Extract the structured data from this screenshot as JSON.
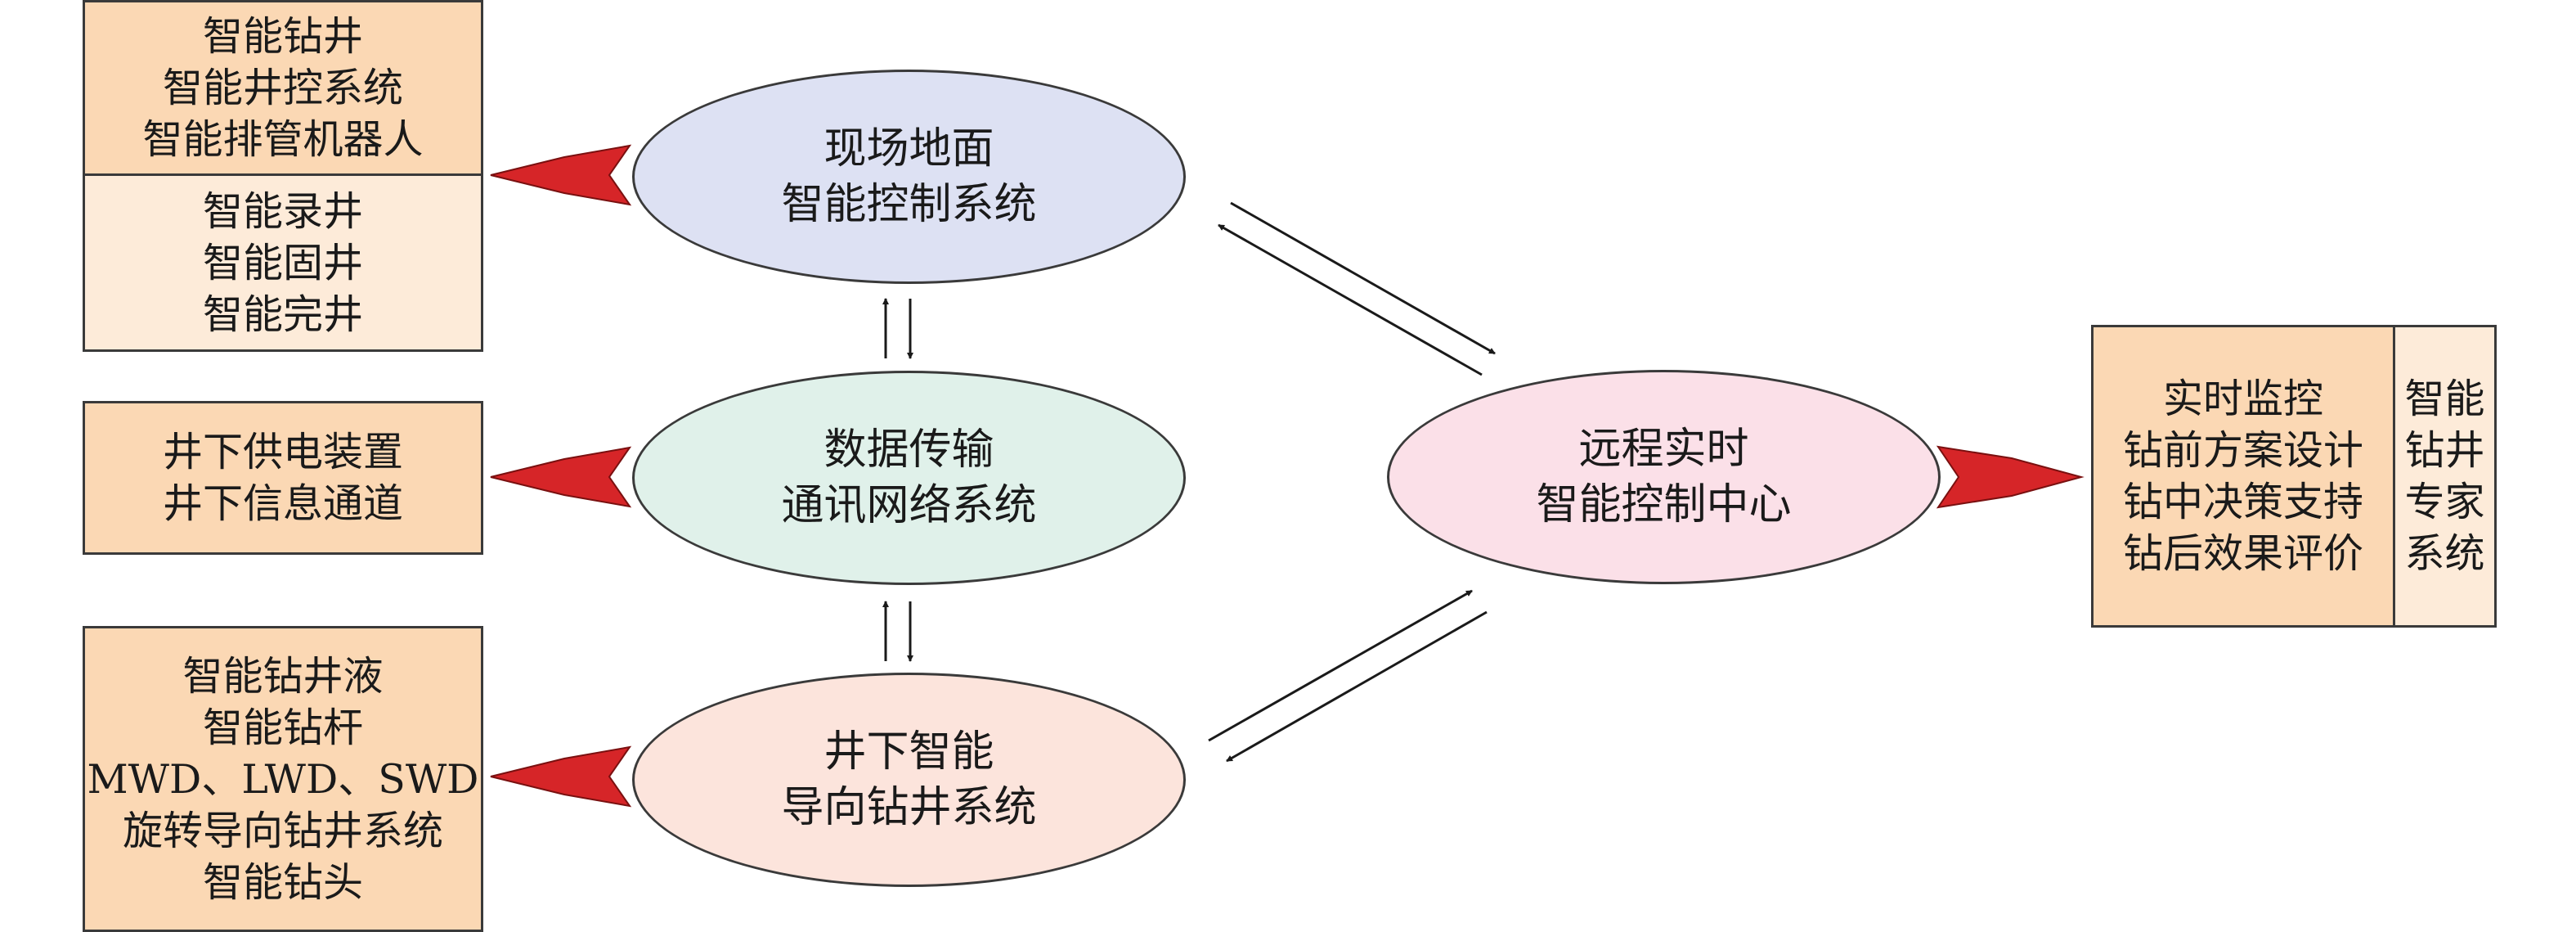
{
  "colors": {
    "ellipse_surface": "#dde1f3",
    "ellipse_data": "#e0f1ea",
    "ellipse_downhole": "#fce4dc",
    "ellipse_remote": "#fbe0e8",
    "box_dark": "#fbd8b4",
    "box_light": "#fdebd9",
    "arrow_red": "#d62528"
  },
  "ellipses": {
    "surface": {
      "line1": "现场地面",
      "line2": "智能控制系统"
    },
    "data": {
      "line1": "数据传输",
      "line2": "通讯网络系统"
    },
    "downhole": {
      "line1": "井下智能",
      "line2": "导向钻井系统"
    },
    "remote": {
      "line1": "远程实时",
      "line2": "智能控制中心"
    }
  },
  "boxes": {
    "surface_top": [
      "智能钻井",
      "智能井控系统",
      "智能排管机器人"
    ],
    "surface_bottom": [
      "智能录井",
      "智能固井",
      "智能完井"
    ],
    "data": [
      "井下供电装置",
      "井下信息通道"
    ],
    "downhole": [
      "智能钻井液",
      "智能钻杆",
      "MWD、LWD、SWD",
      "旋转导向钻井系统",
      "智能钻头"
    ],
    "expert_left": [
      "实时监控",
      "钻前方案设计",
      "钻中决策支持",
      "钻后效果评价"
    ],
    "expert_right": [
      "智能",
      "钻井",
      "专家",
      "系统"
    ]
  }
}
